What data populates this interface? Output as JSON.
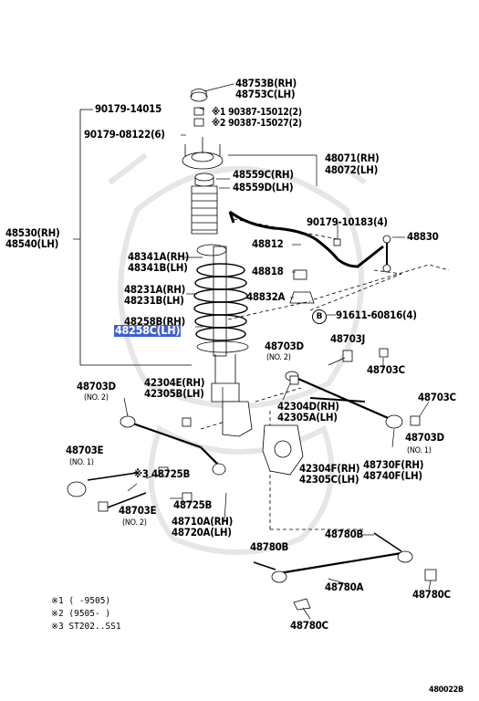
{
  "parts": {
    "p48753b": "48753B(RH)",
    "p48753c": "48753C(LH)",
    "p90179_14015": "90179-14015",
    "p90387_15012": "※1 90387-15012(2)",
    "p90387_15027": "※2 90387-15027(2)",
    "p90179_08122": "90179-08122(6)",
    "p48071": "48071(RH)",
    "p48072": "48072(LH)",
    "p48559c": "48559C(RH)",
    "p48559d": "48559D(LH)",
    "p48530": "48530(RH)",
    "p48540": "48540(LH)",
    "p90179_10183": "90179-10183(4)",
    "p48830": "48830",
    "p48812": "48812",
    "p48341a": "48341A(RH)",
    "p48341b": "48341B(LH)",
    "p48818": "48818",
    "p48231a": "48231A(RH)",
    "p48231b": "48231B(LH)",
    "p48832a": "48832A",
    "p91611": "91611-60816(4)",
    "circle_b": "B",
    "p48258b": "48258B(RH)",
    "p48258c": "48258C(LH)",
    "p48703d_top": "48703D",
    "p48703d_top_qty": "(NO. 2)",
    "p48703j": "48703J",
    "p48703c_mid": "48703C",
    "p48703d_left": "48703D",
    "p48703d_left_qty": "(NO. 2)",
    "p42304e": "42304E(RH)",
    "p42305b": "42305B(LH)",
    "p42304d": "42304D(RH)",
    "p42305a": "42305A(LH)",
    "p48703c_right": "48703C",
    "p48703d_right": "48703D",
    "p48703d_right_qty": "(NO. 1)",
    "p48703e_top": "48703E",
    "p48703e_top_qty": "(NO. 1)",
    "p48725b_star": "※3 48725B",
    "p48730f": "48730F(RH)",
    "p48740f": "48740F(LH)",
    "p42304f": "42304F(RH)",
    "p42305c": "42305C(LH)",
    "p48725b": "48725B",
    "p48703e_bot": "48703E",
    "p48703e_bot_qty": "(NO. 2)",
    "p48710a": "48710A(RH)",
    "p48720a": "48720A(LH)",
    "p48780b_right": "48780B",
    "p48780b_left": "48780B",
    "p48780a": "48780A",
    "p48780c_right": "48780C",
    "p48780c_bot": "48780C"
  },
  "legend": {
    "l1": "※1 (      -9505)",
    "l2": "※2 (9505-      )",
    "l3": "※3 ST202..SS1"
  },
  "footer": {
    "code": "480022B"
  },
  "colors": {
    "ink": "#000000",
    "highlight": "#1e46c8",
    "watermark": "#e6e6e6"
  }
}
